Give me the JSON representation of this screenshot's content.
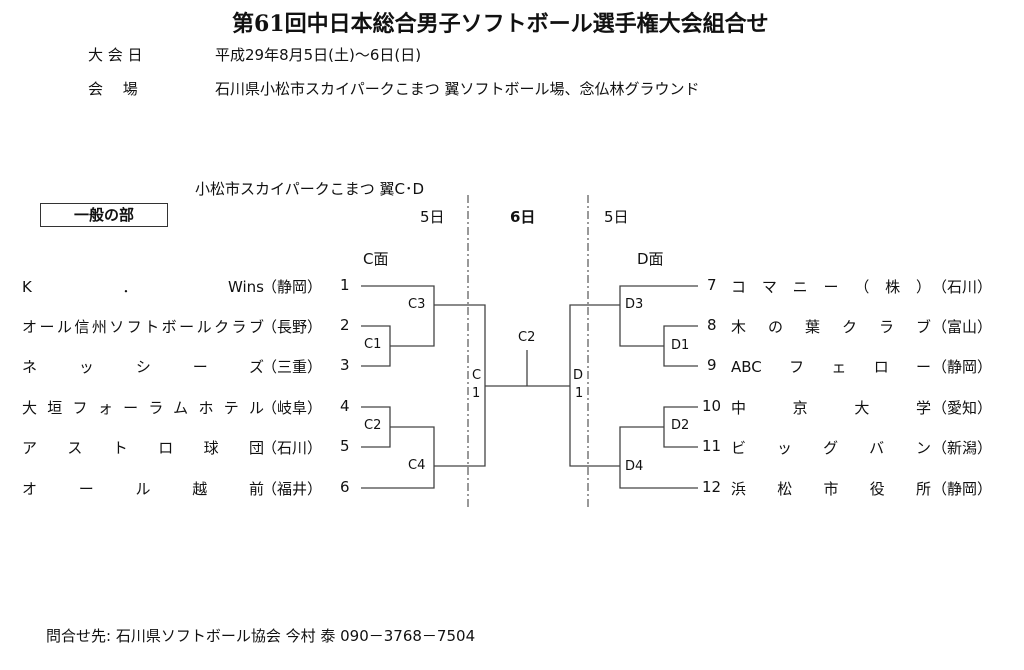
{
  "title": "第61回中日本総合男子ソフトボール選手権大会組合せ",
  "date_label": "大 会 日",
  "date_value": "平成29年8月5日(土)～6日(日)",
  "venue_label": "会　 場",
  "venue_value": "石川県小松市スカイパークこまつ 翼ソフトボール場、念仏林グラウンド",
  "venue_sub": "小松市スカイパークこまつ 翼C･D",
  "division": "一般の部",
  "day_left": "5日",
  "day_center": "6日",
  "day_right": "5日",
  "court_c": "C面",
  "court_d": "D面",
  "left_teams": [
    {
      "name": "K．Wins",
      "pref": "（静岡）",
      "no": "1"
    },
    {
      "name": "オール信州ソフトボールクラブ",
      "pref": "（長野）",
      "no": "2"
    },
    {
      "name": "ネッシーズ",
      "pref": "（三重）",
      "no": "3"
    },
    {
      "name": "大垣フォーラムホテル",
      "pref": "（岐阜）",
      "no": "4"
    },
    {
      "name": "アストロ球団",
      "pref": "（石川）",
      "no": "5"
    },
    {
      "name": "オール越前",
      "pref": "（福井）",
      "no": "6"
    }
  ],
  "right_teams": [
    {
      "no": "7",
      "name": "コマニー（株）",
      "pref": "（石川）"
    },
    {
      "no": "8",
      "name": "木の葉クラブ",
      "pref": "（富山）"
    },
    {
      "no": "9",
      "name": "ABCフェロー",
      "pref": "（静岡）"
    },
    {
      "no": "10",
      "name": "中京大学",
      "pref": "（愛知）"
    },
    {
      "no": "11",
      "name": "ビッグバン",
      "pref": "（新潟）"
    },
    {
      "no": "12",
      "name": "浜松市役所",
      "pref": "（静岡）"
    }
  ],
  "games": {
    "c1": "C1",
    "c2": "C2",
    "c3": "C3",
    "c4": "C4",
    "d1": "D1",
    "d2": "D2",
    "d3": "D3",
    "d4": "D4",
    "semi_c_1": "C",
    "semi_c_2": "1",
    "semi_d_1": "D",
    "semi_d_2": "1",
    "final": "C2"
  },
  "footer": "問合せ先:  石川県ソフトボール協会  今村  泰  090－3768－7504"
}
